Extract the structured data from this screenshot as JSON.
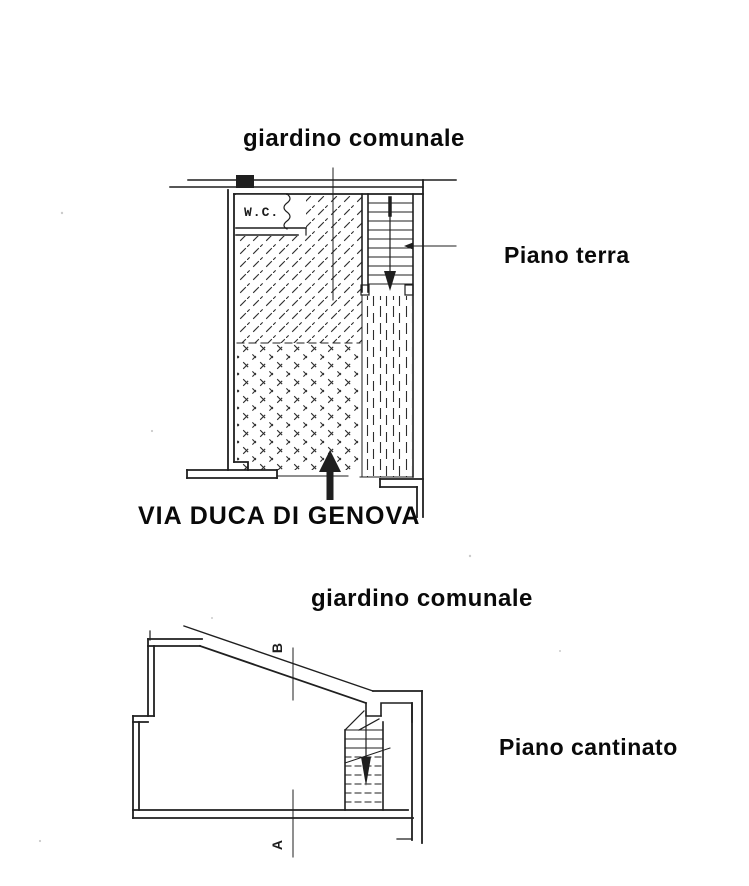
{
  "colors": {
    "background": "#ffffff",
    "drawing_ink": "#1f1f1f",
    "label_ink": "#0a0a0a"
  },
  "ground_floor_plan": {
    "garden_label": "giardino comunale",
    "floor_label": "Piano terra",
    "street_label": "VIA DUCA DI GENOVA",
    "wc_label": "W.C.",
    "icons": {
      "entrance_arrow": "solid-up-arrow",
      "stair_direction_arrow": "solid-down-arrow",
      "stair_leader_arrow": "thin-left-arrow",
      "garden_gate_post": "solid-black-rectangle"
    }
  },
  "basement_plan": {
    "garden_label": "giardino comunale",
    "floor_label": "Piano cantinato",
    "section_marker_top": "B",
    "section_marker_bottom": "A",
    "icons": {
      "stair_direction_arrow": "solid-down-arrow"
    }
  }
}
